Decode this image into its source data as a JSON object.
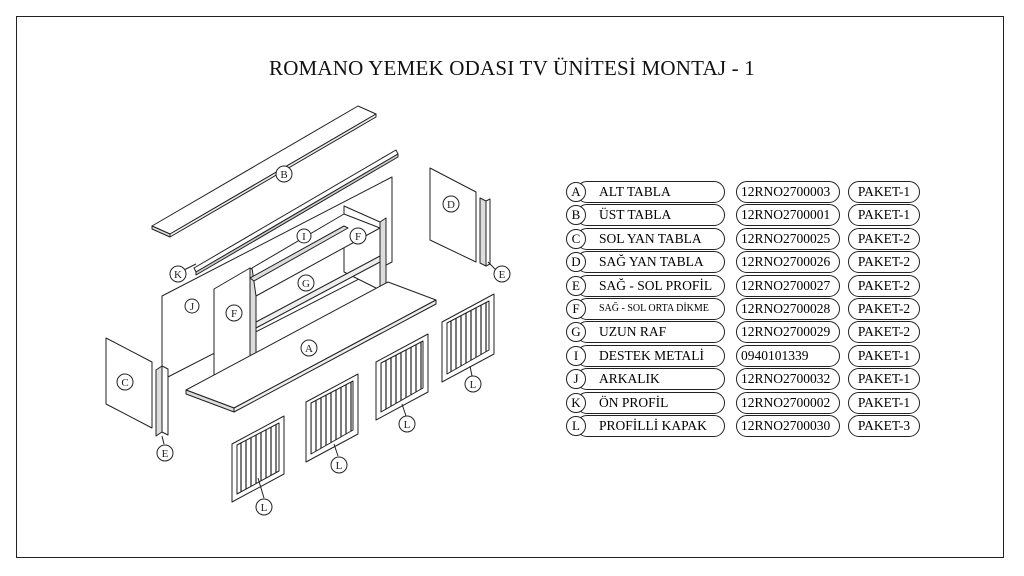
{
  "title": "ROMANO YEMEK ODASI TV ÜNİTESİ MONTAJ - 1",
  "callouts": {
    "A": "A",
    "B": "B",
    "C": "C",
    "D": "D",
    "E": "E",
    "F": "F",
    "G": "G",
    "I": "I",
    "J": "J",
    "K": "K",
    "L": "L"
  },
  "parts": [
    {
      "letter": "A",
      "name": "ALT TABLA",
      "code": "12RNO2700003",
      "package": "PAKET-1"
    },
    {
      "letter": "B",
      "name": "ÜST TABLA",
      "code": "12RNO2700001",
      "package": "PAKET-1"
    },
    {
      "letter": "C",
      "name": "SOL YAN TABLA",
      "code": "12RNO2700025",
      "package": "PAKET-2"
    },
    {
      "letter": "D",
      "name": "SAĞ YAN TABLA",
      "code": "12RNO2700026",
      "package": "PAKET-2"
    },
    {
      "letter": "E",
      "name": "SAĞ - SOL PROFİL",
      "code": "12RNO2700027",
      "package": "PAKET-2"
    },
    {
      "letter": "F",
      "name": "SAĞ - SOL ORTA DİKME",
      "code": "12RNO2700028",
      "package": "PAKET-2"
    },
    {
      "letter": "G",
      "name": "UZUN RAF",
      "code": "12RNO2700029",
      "package": "PAKET-2"
    },
    {
      "letter": "I",
      "name": "DESTEK METALİ",
      "code": "0940101339",
      "package": "PAKET-1"
    },
    {
      "letter": "J",
      "name": "ARKALIK",
      "code": "12RNO2700032",
      "package": "PAKET-1"
    },
    {
      "letter": "K",
      "name": "ÖN PROFİL",
      "code": "12RNO2700002",
      "package": "PAKET-1"
    },
    {
      "letter": "L",
      "name": "PROFİLLİ KAPAK",
      "code": "12RNO2700030",
      "package": "PAKET-3"
    }
  ]
}
